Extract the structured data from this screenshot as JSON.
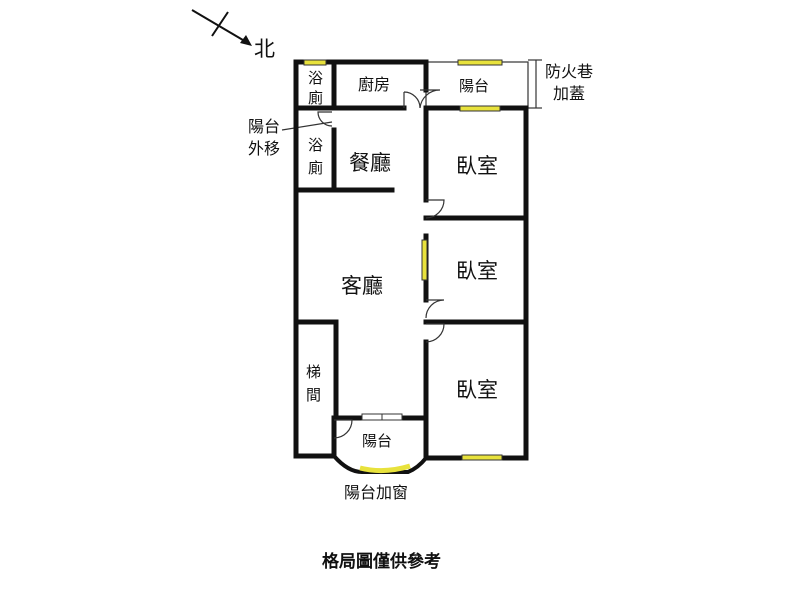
{
  "compass": {
    "north_label": "北"
  },
  "rooms": {
    "bath_top": "浴\n廁",
    "kitchen": "廚房",
    "balcony_top": "陽台",
    "bath_mid": "浴\n廁",
    "dining": "餐廳",
    "bedroom_1": "臥室",
    "bedroom_2": "臥室",
    "living": "客廳",
    "stairs": "梯\n間",
    "bedroom_3": "臥室",
    "balcony_bottom": "陽台"
  },
  "notes": {
    "firelane": "防火巷\n加蓋",
    "balcony_moved": "陽台\n外移",
    "balcony_window": "陽台加窗"
  },
  "caption": "格局圖僅供參考",
  "colors": {
    "wall": "#111111",
    "window": "#e8e23c"
  }
}
